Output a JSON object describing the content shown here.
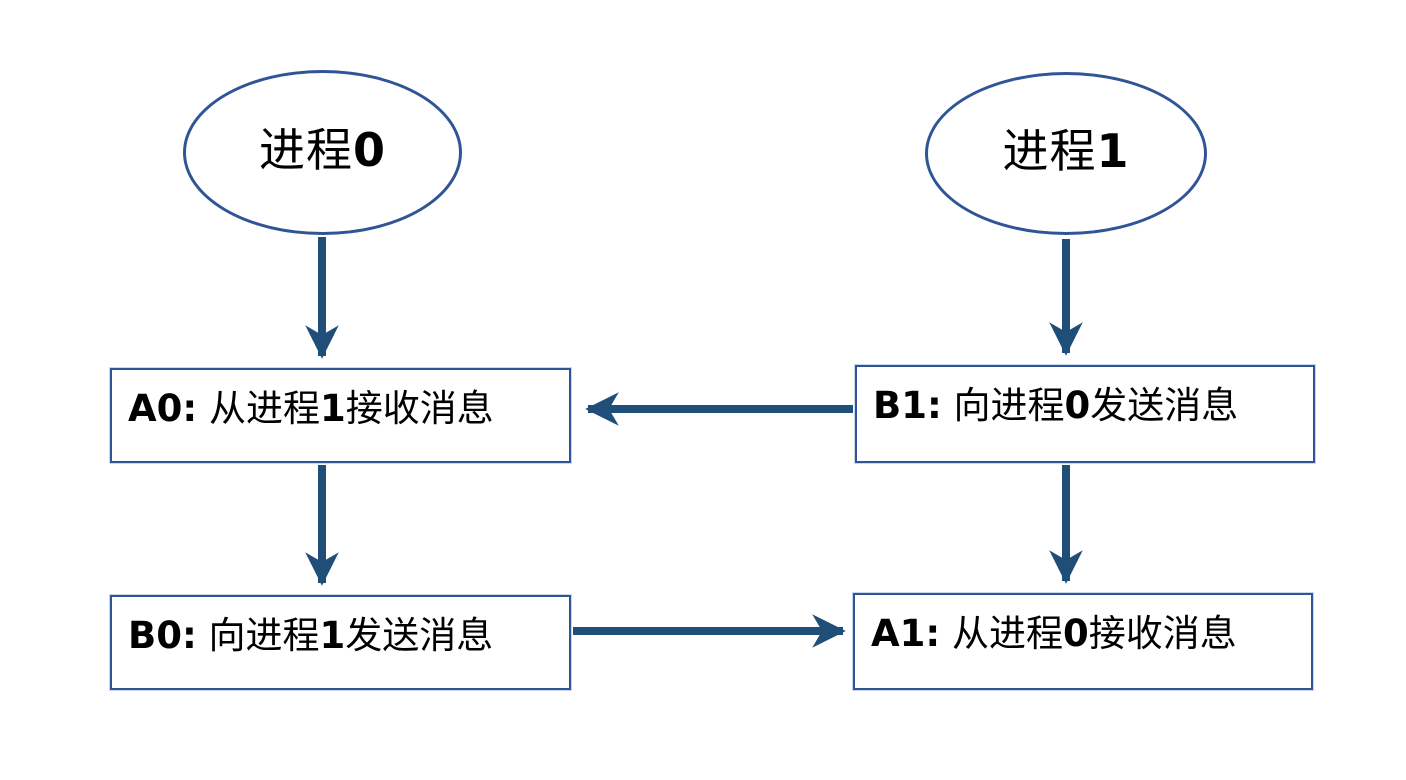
{
  "diagram": {
    "kind": "message-passing-flow",
    "process0": {
      "name": "进程",
      "id": "0"
    },
    "process1": {
      "name": "进程",
      "id": "1"
    },
    "boxes": {
      "a0": {
        "prefix": "A0:",
        "pre": " 从进程",
        "num": "1",
        "post": "接收消息"
      },
      "b1": {
        "prefix": "B1:",
        "pre": " 向进程",
        "num": "0",
        "post": "发送消息"
      },
      "b0": {
        "prefix": "B0:",
        "pre": " 向进程",
        "num": "1",
        "post": "发送消息"
      },
      "a1": {
        "prefix": "A1:",
        "pre": " 从进程",
        "num": "0",
        "post": "接收消息"
      }
    },
    "colors": {
      "shape_border": "#2f5597",
      "arrow": "#1f4e79",
      "text": "#000000",
      "background": "#ffffff"
    }
  }
}
